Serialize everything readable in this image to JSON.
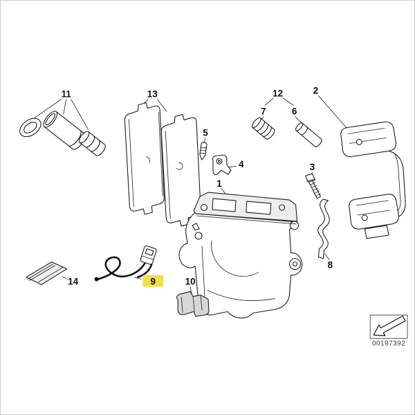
{
  "diagram": {
    "highlight_color": "#F2DF4E",
    "callouts": [
      {
        "label": "1",
        "highlighted": false
      },
      {
        "label": "2",
        "highlighted": false
      },
      {
        "label": "3",
        "highlighted": false
      },
      {
        "label": "4",
        "highlighted": false
      },
      {
        "label": "5",
        "highlighted": false
      },
      {
        "label": "6",
        "highlighted": false
      },
      {
        "label": "7",
        "highlighted": false
      },
      {
        "label": "8",
        "highlighted": false
      },
      {
        "label": "9",
        "highlighted": true
      },
      {
        "label": "10",
        "highlighted": false
      },
      {
        "label": "11",
        "highlighted": false
      },
      {
        "label": "12",
        "highlighted": false
      },
      {
        "label": "13",
        "highlighted": false
      },
      {
        "label": "14",
        "highlighted": false
      }
    ],
    "footer": {
      "doc_number": "00197392",
      "arrow_icon": "diagonal-arrow-down-left"
    }
  }
}
